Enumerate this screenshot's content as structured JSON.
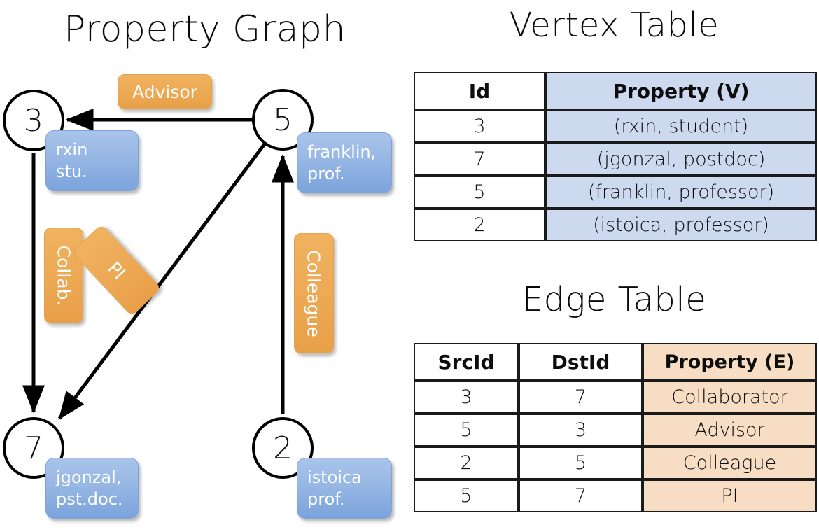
{
  "titles": {
    "property_graph": "Property Graph",
    "vertex_table": "Vertex Table",
    "edge_table": "Edge Table"
  },
  "graph": {
    "vertices": [
      {
        "id": "3",
        "label": "rxin\nstu.",
        "line1": "rxin",
        "line2": "stu."
      },
      {
        "id": "5",
        "label": "franklin, prof.",
        "line1": "franklin,",
        "line2": "prof."
      },
      {
        "id": "7",
        "label": "jgonzal, pst.doc.",
        "line1": "jgonzal,",
        "line2": "pst.doc."
      },
      {
        "id": "2",
        "label": "istoica prof.",
        "line1": "istoica",
        "line2": "prof."
      }
    ],
    "edge_labels": {
      "advisor": "Advisor",
      "collab": "Collab.",
      "pi": "PI",
      "colleague": "Colleague"
    },
    "edges": [
      {
        "src": "5",
        "dst": "3",
        "label": "Advisor"
      },
      {
        "src": "3",
        "dst": "7",
        "label": "Collab."
      },
      {
        "src": "5",
        "dst": "7",
        "label": "PI"
      },
      {
        "src": "2",
        "dst": "5",
        "label": "Colleague"
      }
    ]
  },
  "vertex_table": {
    "headers": [
      "Id",
      "Property (V)"
    ],
    "rows": [
      {
        "id": "3",
        "property": "(rxin, student)"
      },
      {
        "id": "7",
        "property": "(jgonzal, postdoc)"
      },
      {
        "id": "5",
        "property": "(franklin, professor)"
      },
      {
        "id": "2",
        "property": "(istoica, professor)"
      }
    ]
  },
  "edge_table": {
    "headers": [
      "SrcId",
      "DstId",
      "Property (E)"
    ],
    "rows": [
      {
        "src": "3",
        "dst": "7",
        "property": "Collaborator"
      },
      {
        "src": "5",
        "dst": "3",
        "property": "Advisor"
      },
      {
        "src": "2",
        "dst": "5",
        "property": "Colleague"
      },
      {
        "src": "5",
        "dst": "7",
        "property": "PI"
      }
    ]
  },
  "colors": {
    "vertex_property_fill": "#ccd9ef",
    "edge_property_fill": "#f7ddc3",
    "node_box_blue": "#8db0e0",
    "edge_box_orange": "#eeab57",
    "stroke": "#000000"
  }
}
